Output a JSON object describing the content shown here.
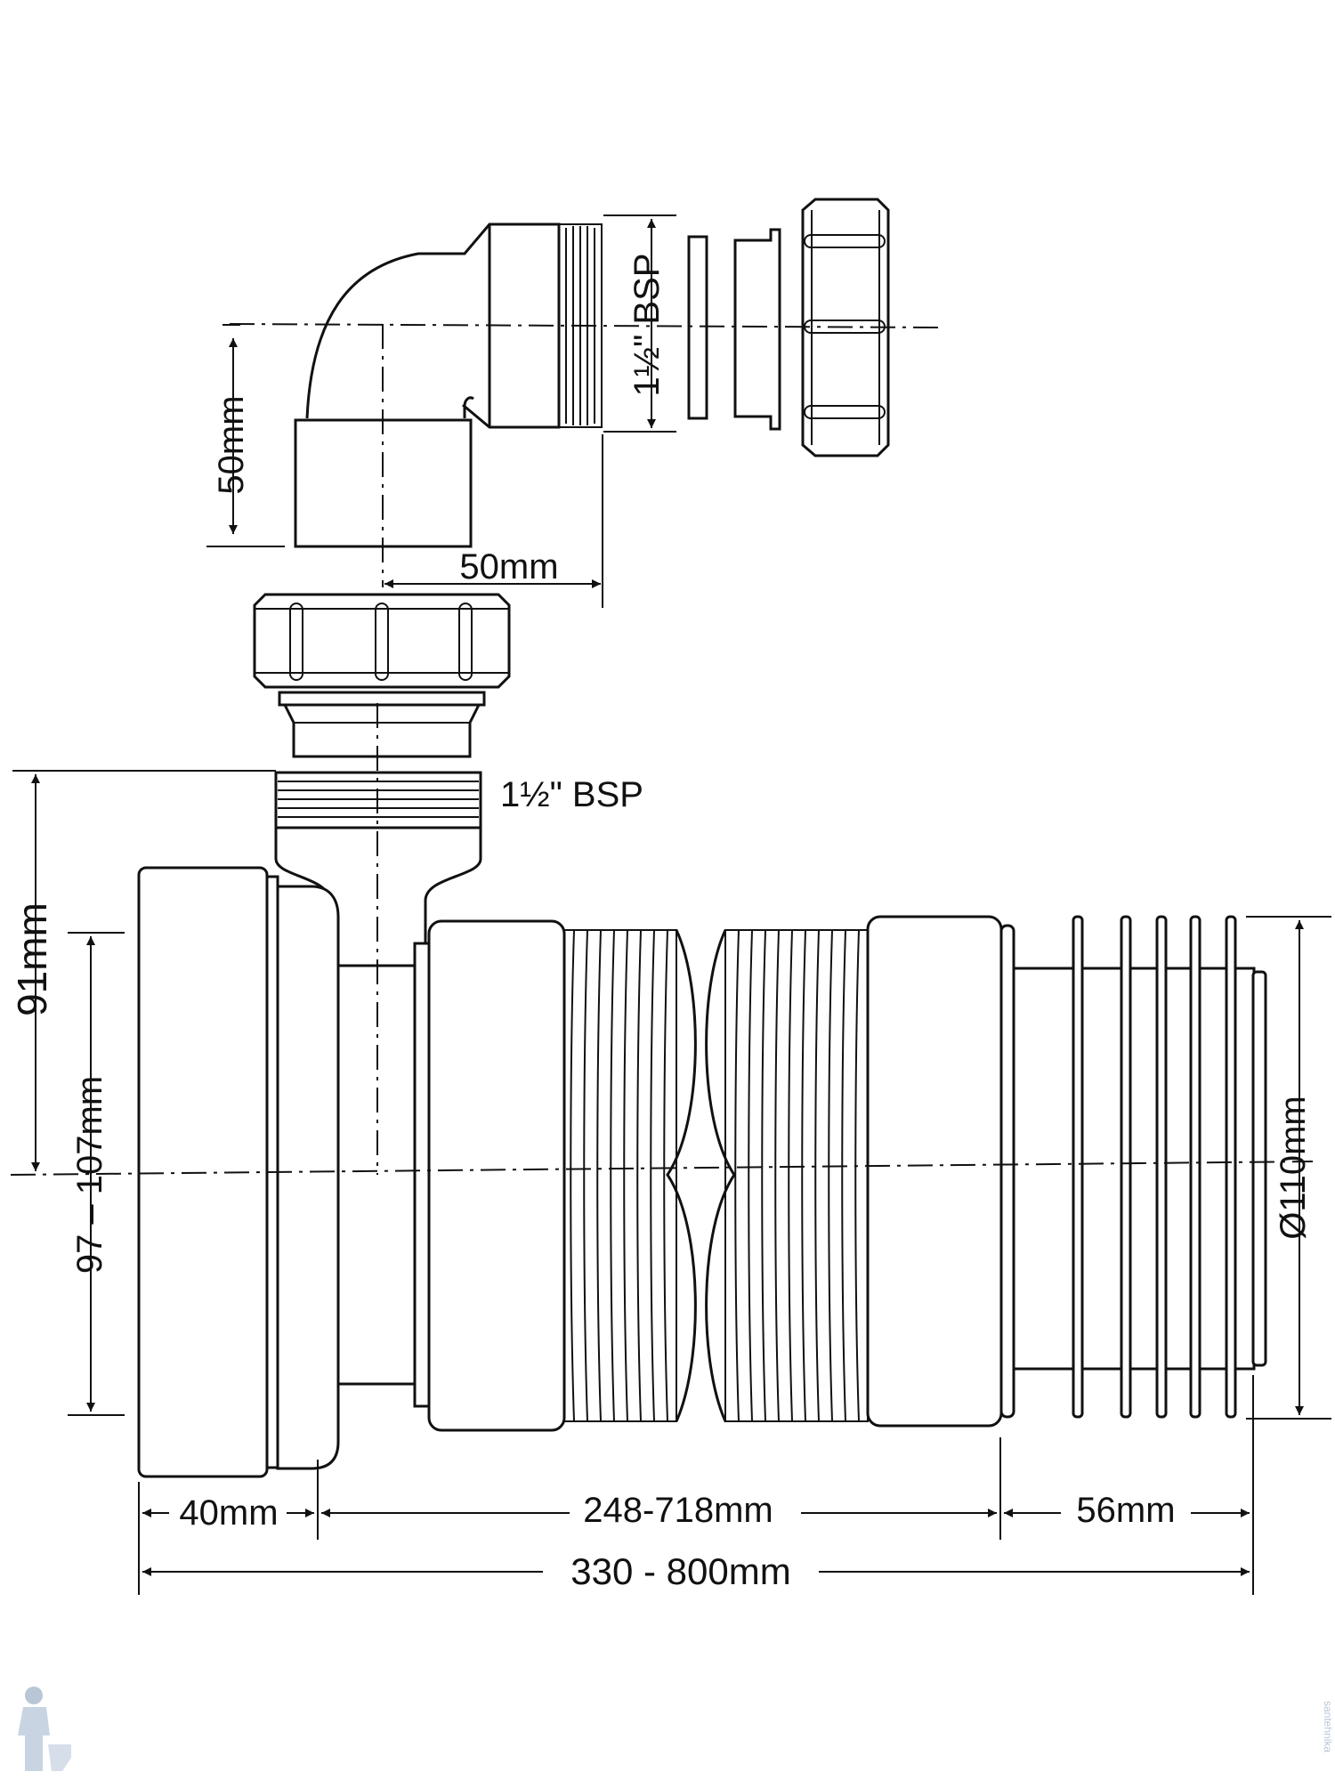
{
  "diagram": {
    "labels": {
      "elbow_height": "50mm",
      "elbow_depth": "50mm",
      "thread_top": "1½\" BSP",
      "thread_mid": "1½\" BSP",
      "outlet_height": "91mm",
      "inlet_range": "97 – 107mm",
      "diameter": "Ø110mm",
      "socket_len": "40mm",
      "flex_len": "248-718mm",
      "spigot_len": "56mm",
      "total_len": "330 - 800mm"
    },
    "watermark": "santehnika",
    "colors": {
      "line": "#111111",
      "background": "#ffffff",
      "watermark": "#b9c6d6"
    }
  }
}
